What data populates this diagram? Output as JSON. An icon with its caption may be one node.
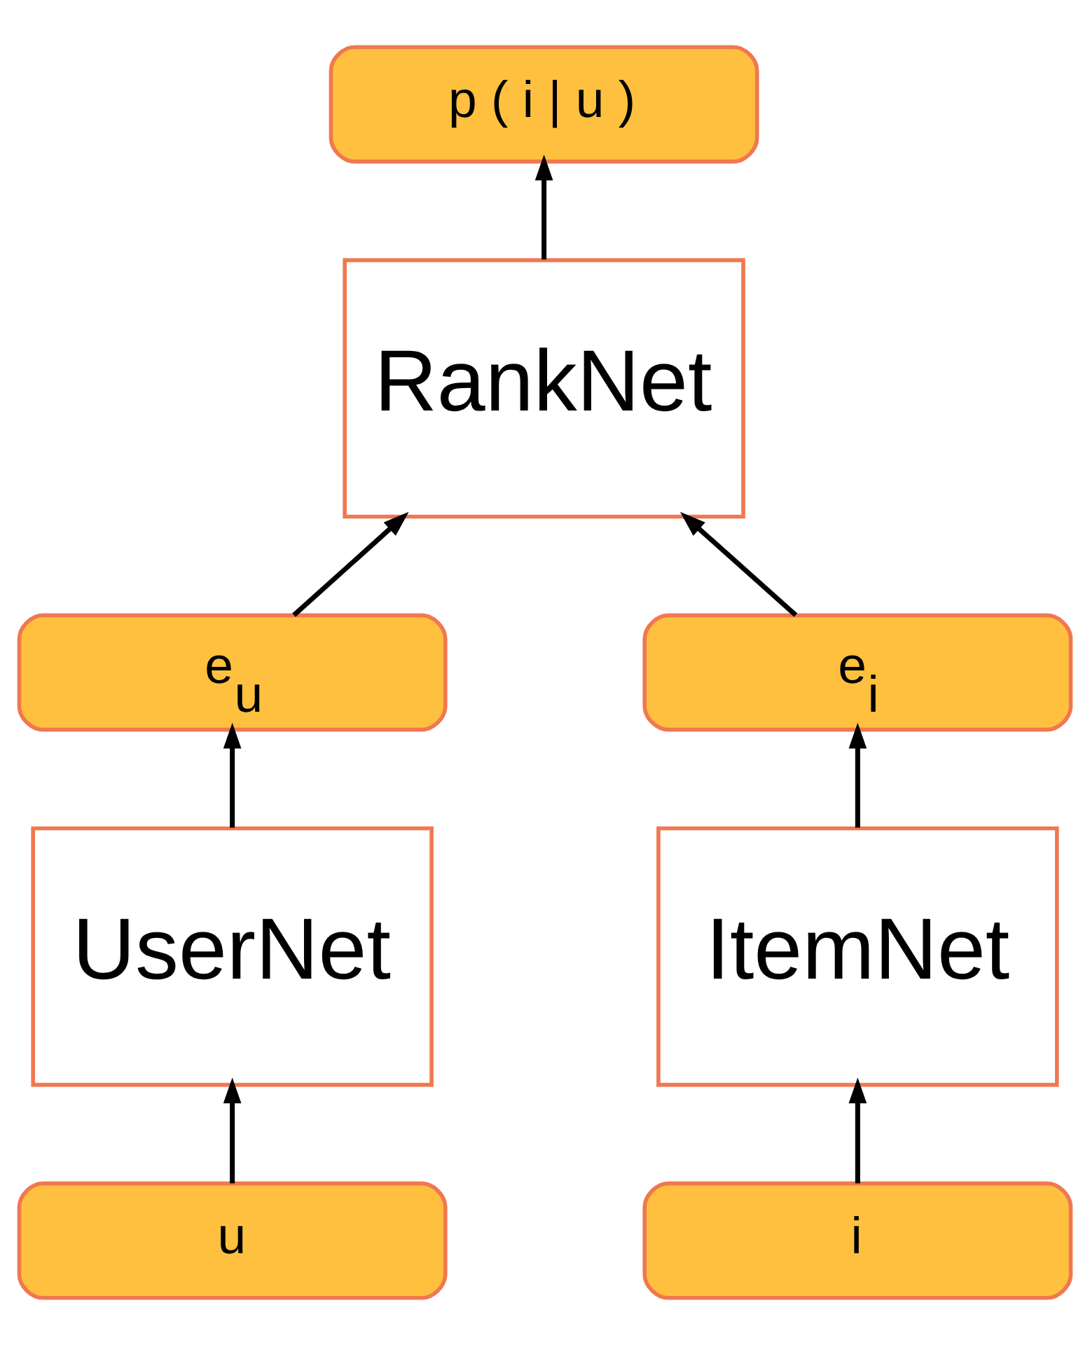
{
  "diagram": {
    "nodes": [
      {
        "text": [
          "p ( i | u )"
        ]
      },
      {
        "text": [
          "RankNet"
        ]
      },
      {
        "text": [
          "e$_{u}$"
        ]
      },
      {
        "text": [
          "e$_{i}$"
        ]
      },
      {
        "text": [
          "UserNet"
        ]
      },
      {
        "text": [
          "ItemNet"
        ]
      },
      {
        "text": [
          "u"
        ]
      },
      {
        "text": [
          "i"
        ]
      }
    ],
    "edges": [
      {
        "from": 1,
        "to": 0,
        "arrow": "to"
      },
      {
        "from": 2,
        "to": 1,
        "arrow": "to"
      },
      {
        "from": 3,
        "to": 1,
        "arrow": "to"
      },
      {
        "from": 4,
        "to": 2,
        "arrow": "to"
      },
      {
        "from": 5,
        "to": 3,
        "arrow": "to"
      },
      {
        "from": 6,
        "to": 4,
        "arrow": "to"
      },
      {
        "from": 7,
        "to": 5,
        "arrow": "to"
      }
    ]
  }
}
